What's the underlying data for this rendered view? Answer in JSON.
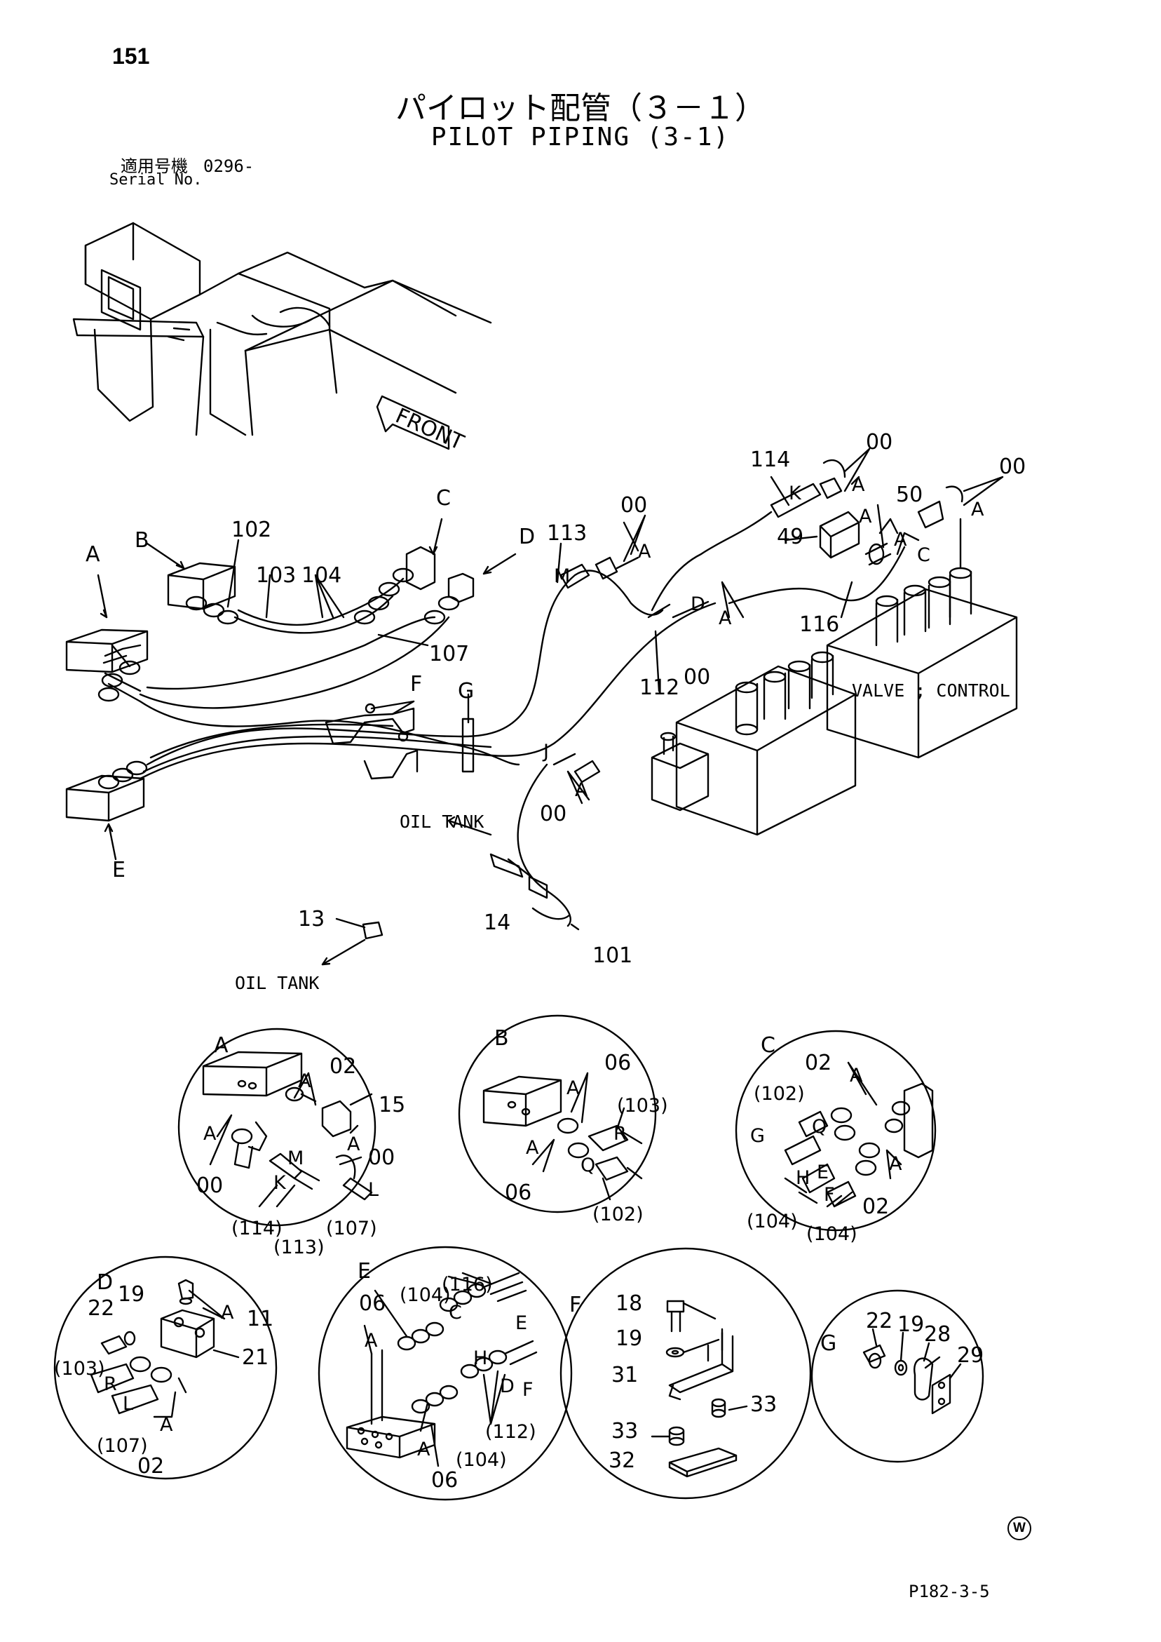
{
  "header": {
    "page_number": "151",
    "title_jp": "パイロット配管（３－１）",
    "title_en": "PILOT PIPING (3-1)",
    "serial_label_jp": "適用号機",
    "serial_value": "0296-",
    "serial_label_en": "Serial No."
  },
  "labels": {
    "front": "FRONT",
    "valve_control": "VALVE ; CONTROL",
    "oil_tank_1": "OIL TANK",
    "oil_tank_2": "OIL TANK",
    "view_a": "A",
    "view_b": "B",
    "view_c": "C",
    "view_d": "D",
    "view_e": "E",
    "view_f": "F",
    "view_g": "G",
    "p102": "102",
    "p103": "103",
    "p104": "104",
    "p107": "107",
    "p113": "113",
    "p114": "114",
    "p00a": "00",
    "p00b": "00",
    "p00c": "00",
    "p00d": "00",
    "p00e": "00",
    "p49": "49",
    "p50": "50",
    "p116": "116",
    "p112": "112",
    "p101": "101",
    "p13": "13",
    "p14": "14",
    "la1": "A",
    "la2": "A",
    "la3": "A",
    "la4": "A",
    "la5": "A",
    "la6": "A",
    "la7": "A",
    "lk": "K",
    "lm": "M",
    "lc": "C",
    "ld": "D",
    "lj": "J"
  },
  "detail_a": {
    "title": "A",
    "l02": "02",
    "l15": "15",
    "l00a": "00",
    "l00b": "00",
    "la1": "A",
    "la2": "A",
    "la3": "A",
    "lm": "M",
    "lk": "K",
    "ll": "L",
    "l114": "(114)",
    "l113": "(113)",
    "l107": "(107)"
  },
  "detail_b": {
    "title": "B",
    "l06a": "06",
    "l06b": "06",
    "la1": "A",
    "la2": "A",
    "l103": "(103)",
    "lr": "R",
    "lq": "Q",
    "l102": "(102)"
  },
  "detail_c": {
    "title": "C",
    "l02a": "02",
    "l02b": "02",
    "la1": "A",
    "la2": "A",
    "l102": "(102)",
    "lq": "Q",
    "lg": "G",
    "lh": "H",
    "le": "E",
    "lf": "F",
    "l104a": "(104)",
    "l104b": "(104)"
  },
  "detail_d": {
    "title": "D",
    "l19": "19",
    "l22": "22",
    "l11": "11",
    "l21": "21",
    "la1": "A",
    "la2": "A",
    "l103": "(103)",
    "lr": "R",
    "ll": "L",
    "l107": "(107)",
    "l02": "02"
  },
  "detail_e": {
    "title": "E",
    "l06a": "06",
    "l06b": "06",
    "l104a": "(104)",
    "l116": "(116)",
    "lc": "C",
    "le": "E",
    "lh": "H",
    "ld": "D",
    "lf": "F",
    "l112": "(112)",
    "l104b": "(104)",
    "la1": "A",
    "la2": "A"
  },
  "detail_f": {
    "title": "F",
    "l18": "18",
    "l19": "19",
    "l31": "31",
    "l33a": "33",
    "l33b": "33",
    "l32": "32"
  },
  "detail_g": {
    "title": "G",
    "l22": "22",
    "l19": "19",
    "l28": "28",
    "l29": "29"
  },
  "footer": {
    "code": "P182-3-5",
    "mark": "W"
  }
}
